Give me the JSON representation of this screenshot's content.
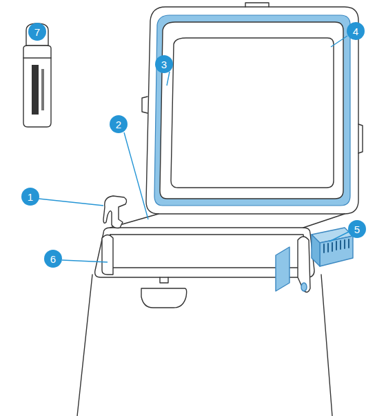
{
  "diagram": {
    "labels": [
      "7",
      "4",
      "3",
      "2",
      "1",
      "5",
      "6"
    ]
  }
}
